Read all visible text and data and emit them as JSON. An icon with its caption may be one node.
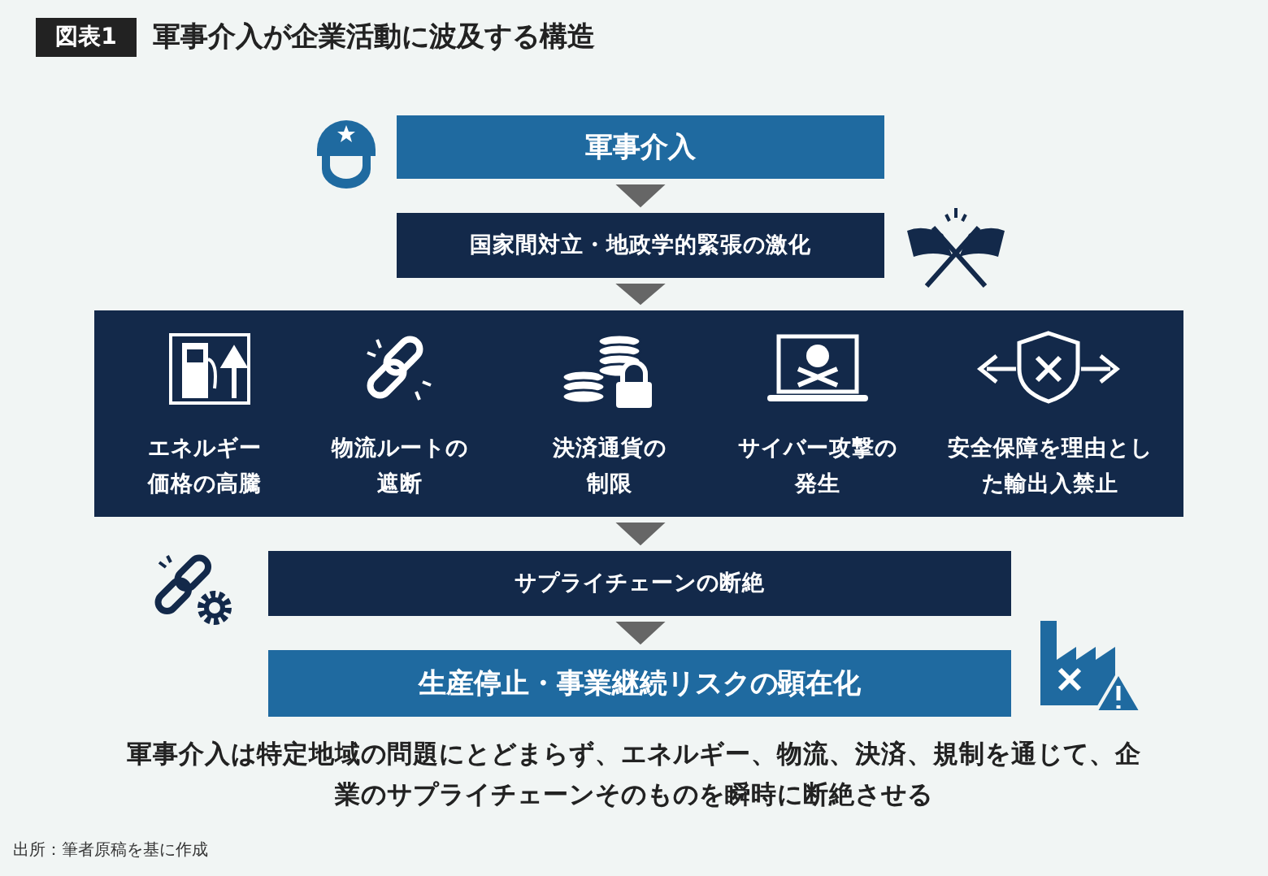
{
  "diagram": {
    "title": "軍事介入が企業活動に波及する構造",
    "caption": "軍事介入は特定地域の問題にとどまらず、エネルギー、物流、決済、規制を通じて、企業のサプライチェーンそのものを瞬時に断絶させる",
    "nodes": [
      {
        "text": [
          "軍事介入"
        ]
      },
      {
        "text": [
          "国家間対立・地政学的緊張の激化"
        ]
      },
      {
        "text": [
          "エネルギー価格の高騰",
          "物流ルートの遮断",
          "決済通貨の制限",
          "サイバー攻撃の発生",
          "安全保障を理由とした輸出入禁止"
        ]
      },
      {
        "text": [
          "サプライチェーンの断絶"
        ]
      },
      {
        "text": [
          "生産停止・事業継続リスクの顕在化"
        ]
      }
    ],
    "edges": [
      {
        "from": 0,
        "to": 1,
        "arrow": "to"
      },
      {
        "from": 1,
        "to": 2,
        "arrow": "to"
      },
      {
        "from": 2,
        "to": 3,
        "arrow": "to"
      },
      {
        "from": 3,
        "to": 4,
        "arrow": "to"
      }
    ],
    "labels": [
      "図表1",
      "出所：筆者原稿を基に作成"
    ]
  }
}
